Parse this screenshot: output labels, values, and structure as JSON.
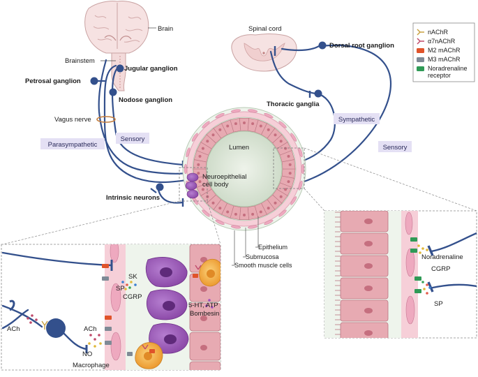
{
  "legend": {
    "items": [
      {
        "label": "nAChR",
        "color": "#c8a040",
        "shape": "fork"
      },
      {
        "label": "α7nAChR",
        "color": "#c04a6a",
        "shape": "fork"
      },
      {
        "label": "M2 mAChR",
        "color": "#e0532a",
        "shape": "rect"
      },
      {
        "label": "M3 mAChR",
        "color": "#7f8a96",
        "shape": "rect"
      },
      {
        "label": "Noradrenaline",
        "label2": "receptor",
        "color": "#2f9a56",
        "shape": "rect"
      }
    ]
  },
  "labels": {
    "brain": "Brain",
    "brainstem": "Brainstem",
    "jugular": "Jugular ganglion",
    "petrosal": "Petrosal ganglion",
    "nodose": "Nodose ganglion",
    "vagus": "Vagus nerve",
    "parasympathetic": "Parasympathetic",
    "sensory_left": "Sensory",
    "spinal_cord": "Spinal cord",
    "drg": "Dorsal root ganglion",
    "thoracic": "Thoracic ganglia",
    "sympathetic": "Sympathetic",
    "sensory_right": "Sensory",
    "lumen": "Lumen",
    "neuroepithelial_1": "Neuroepithelial",
    "neuroepithelial_2": "cell body",
    "intrinsic": "Intrinsic neurons",
    "epithelium": "Epithelium",
    "submucosa": "Submucosa",
    "smooth_muscle": "Smooth muscle cells",
    "sk": "SK",
    "sp_left": "SP",
    "cgrp_left": "CGRP",
    "serotonin": "5-HT, ATP",
    "bombesin": "Bombesin",
    "ach_1": "ACh",
    "ach_2": "ACh",
    "no": "NO",
    "macrophage": "Macrophage",
    "noradrenaline": "Noradrenaline",
    "cgrp_right": "CGRP",
    "sp_right": "SP"
  },
  "colors": {
    "nerve": "#33508c",
    "epithelium_cell": "#e7aab2",
    "epithelium_stroke": "#b97480",
    "submucosa": "#dcebdc",
    "muscle": "#f4c9d6",
    "lumen": "#e4ede2",
    "neuroepithelial": "#9b58b4",
    "macrophage": "#f3a93c",
    "tag_bg": "#e4e0f4"
  }
}
